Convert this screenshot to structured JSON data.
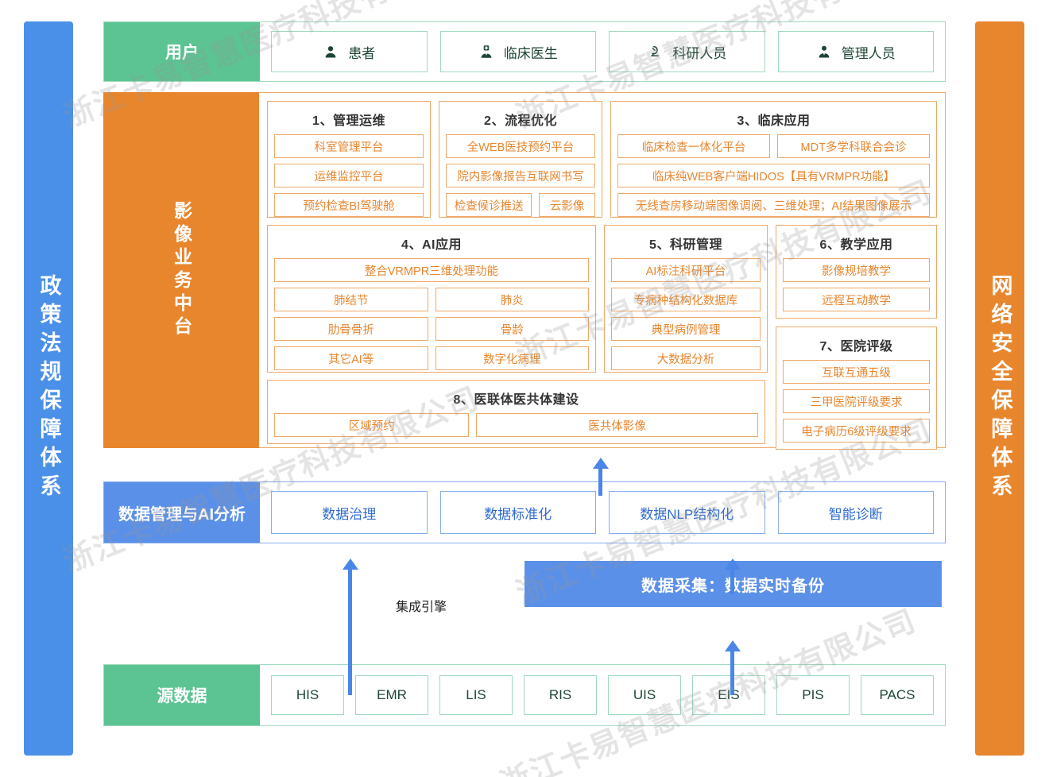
{
  "left_banner": {
    "text": "政策法规保障体系",
    "color": "#4A90E8"
  },
  "right_banner": {
    "text": "网络安全保障体系",
    "color": "#E8862E"
  },
  "user_row": {
    "label": "用户",
    "color": "#5BC492",
    "items": [
      {
        "label": "患者",
        "icon": "person-icon"
      },
      {
        "label": "临床医生",
        "icon": "doctor-icon"
      },
      {
        "label": "科研人员",
        "icon": "microscope-icon"
      },
      {
        "label": "管理人员",
        "icon": "manager-icon"
      }
    ]
  },
  "platform": {
    "label": "影像业务中台",
    "color": "#E8862E",
    "groups": [
      {
        "title": "1、管理运维",
        "rows": [
          [
            "科室管理平台"
          ],
          [
            "运维监控平台"
          ],
          [
            "预约检查BI驾驶舱"
          ]
        ]
      },
      {
        "title": "2、流程优化",
        "rows": [
          [
            "全WEB医技预约平台"
          ],
          [
            "院内影像报告互联网书写"
          ],
          [
            "检查候诊推送",
            "云影像"
          ]
        ]
      },
      {
        "title": "3、临床应用",
        "rows": [
          [
            "临床检查一体化平台",
            "MDT多学科联合会诊"
          ],
          [
            "临床纯WEB客户端HIDOS【具有VRMPR功能】"
          ],
          [
            "无线查房移动端图像调阅、三维处理；AI结果图像展示"
          ]
        ]
      },
      {
        "title": "4、AI应用",
        "rows": [
          [
            "整合VRMPR三维处理功能"
          ],
          [
            "肺结节",
            "肺炎"
          ],
          [
            "肋骨骨折",
            "骨龄"
          ],
          [
            "其它AI等",
            "数字化病理"
          ]
        ]
      },
      {
        "title": "5、科研管理",
        "rows": [
          [
            "AI标注科研平台"
          ],
          [
            "专病种结构化数据库"
          ],
          [
            "典型病例管理"
          ],
          [
            "大数据分析"
          ]
        ]
      },
      {
        "title": "6、教学应用",
        "rows": [
          [
            "影像规培教学"
          ],
          [
            "远程互动教学"
          ]
        ]
      },
      {
        "title": "7、医院评级",
        "rows": [
          [
            "互联互通五级"
          ],
          [
            "三甲医院评级要求"
          ],
          [
            "电子病历6级评级要求"
          ]
        ]
      },
      {
        "title": "8、医联体医共体建设",
        "rows": [
          [
            "区域预约",
            "医共体影像"
          ]
        ]
      }
    ]
  },
  "data_row": {
    "label": "数据管理与AI分析",
    "color": "#5B90E8",
    "items": [
      "数据治理",
      "数据标准化",
      "数据NLP结构化",
      "智能诊断"
    ]
  },
  "connectors": {
    "integration_label": "集成引擎",
    "collect_bar": "数据采集：数据实时备份",
    "arrow_color": "#4A86E8"
  },
  "source_row": {
    "label": "源数据",
    "color": "#5BC492",
    "items": [
      "HIS",
      "EMR",
      "LIS",
      "RIS",
      "UIS",
      "EIS",
      "PIS",
      "PACS"
    ]
  },
  "watermark": {
    "text": "浙江卡易智慧医疗科技有限公司"
  }
}
